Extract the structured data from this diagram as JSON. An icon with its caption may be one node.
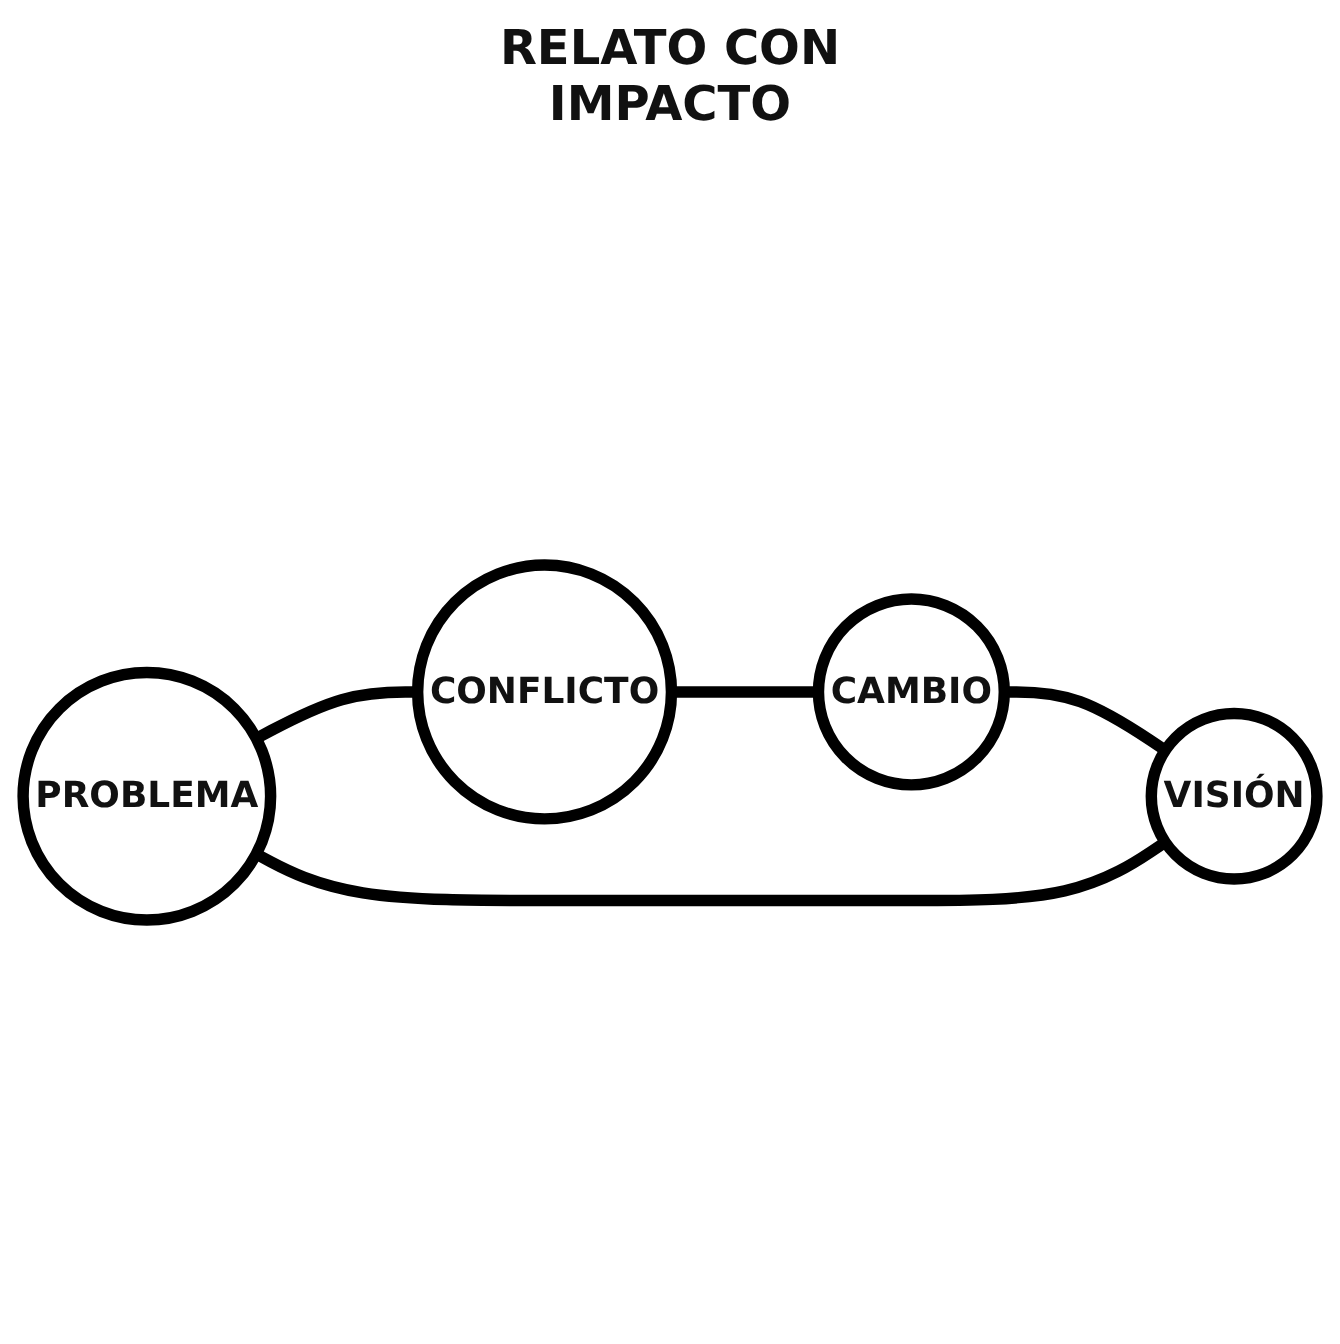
{
  "diagram": {
    "nodes": [
      {
        "text": [
          "PROBLEMA"
        ]
      },
      {
        "text": [
          "CONFLICTO"
        ]
      },
      {
        "text": [
          "VISIÓN"
        ]
      },
      {
        "text": [
          "CAMBIO"
        ]
      }
    ],
    "edges": [
      {
        "from": 0,
        "to": 1,
        "arrow": "none"
      },
      {
        "from": 1,
        "to": 3,
        "arrow": "none"
      },
      {
        "from": 3,
        "to": 2,
        "arrow": "none"
      },
      {
        "from": 2,
        "to": 0,
        "arrow": "none"
      }
    ],
    "labels": [
      "RELATO CON IMPACTO"
    ]
  }
}
